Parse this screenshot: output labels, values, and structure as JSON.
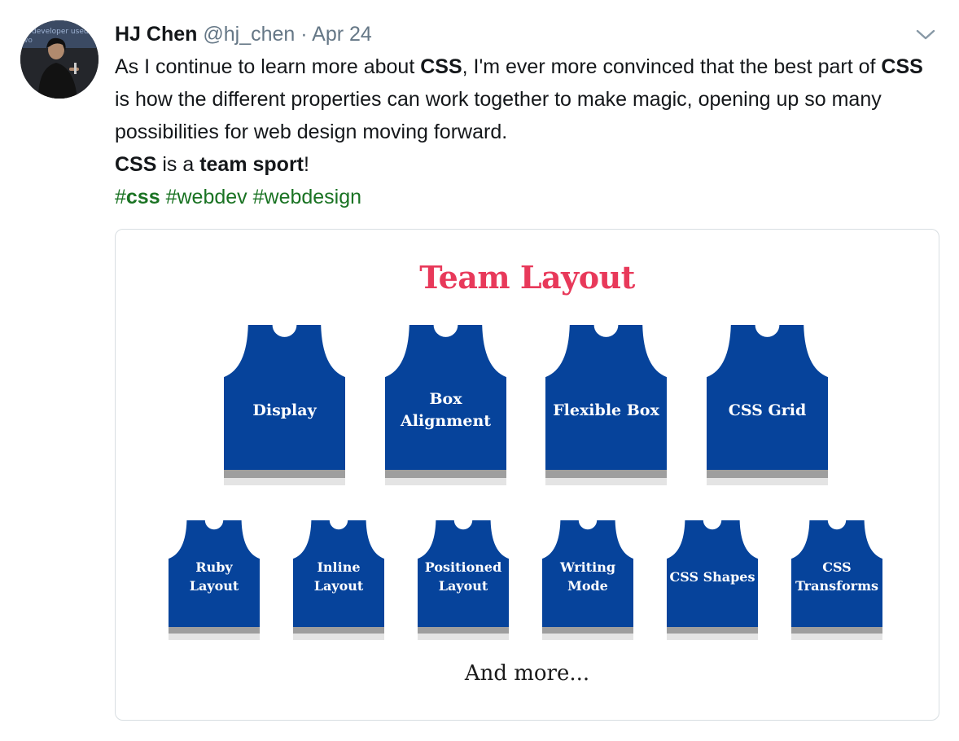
{
  "tweet": {
    "author_name": "HJ Chen",
    "author_handle": "@hj_chen",
    "separator": "·",
    "date": "Apr 24",
    "avatar_icon": "profile-photo",
    "caret_icon": "chevron-down-icon",
    "line1": {
      "a": "As I continue to learn more about ",
      "b": "CSS",
      "c": ", I'm ever more convinced that the best part of ",
      "d": "CSS",
      "e": " is how the different properties can work together to make magic, opening up so many possibilities for web design moving forward."
    },
    "line2": {
      "a": "CSS",
      "b": " is a ",
      "c": "team sport",
      "d": "!"
    },
    "hashtags": [
      {
        "hash": "#",
        "tag": "css"
      },
      {
        "hash": "",
        "tag": "#webdev"
      },
      {
        "hash": "",
        "tag": "#webdesign"
      }
    ],
    "colors": {
      "text": "#14171a",
      "muted": "#657786",
      "hashtag": "#1a7323"
    }
  },
  "media": {
    "title": "Team Layout",
    "footer": "And more...",
    "colors": {
      "title": "#e8395a",
      "jersey": "#06439b",
      "stripe": "#9e9e9e",
      "shadow": "#e4e4e4"
    },
    "row1": [
      {
        "lines": [
          "Display"
        ]
      },
      {
        "lines": [
          "Box",
          "Alignment"
        ]
      },
      {
        "lines": [
          "Flexible Box"
        ]
      },
      {
        "lines": [
          "CSS Grid"
        ]
      }
    ],
    "row2": [
      {
        "lines": [
          "Ruby",
          "Layout"
        ]
      },
      {
        "lines": [
          "Inline",
          "Layout"
        ]
      },
      {
        "lines": [
          "Positioned",
          "Layout"
        ]
      },
      {
        "lines": [
          "Writing",
          "Mode"
        ]
      },
      {
        "lines": [
          "CSS Shapes"
        ]
      },
      {
        "lines": [
          "CSS",
          "Transforms"
        ]
      }
    ]
  }
}
